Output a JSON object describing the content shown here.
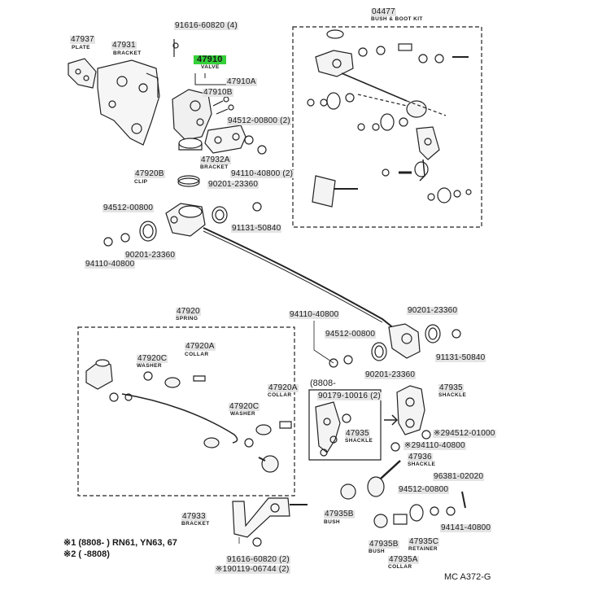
{
  "diagram": {
    "code": "MC A372-G",
    "highlight_color": "#35d03a",
    "labels": {
      "p47937": "47937",
      "p47937_name": "PLATE",
      "p47931": "47931",
      "p47931_name": "BRACKET",
      "p91616_top": "91616-60820 (4)",
      "p04477": "04477",
      "p04477_name": "BUSH & BOOT KIT",
      "p47910": "47910",
      "p47910_name": "VALVE",
      "p47910A": "47910A",
      "p47910B": "47910B",
      "p94512_a": "94512-00800 (2)",
      "p47932A": "47932A",
      "p47932A_name": "BRACKET",
      "p94110_a": "94110-40800 (2)",
      "p47920B": "47920B",
      "p47920B_name": "CLIP",
      "p90201_a": "90201-23360",
      "p94512_b": "94512-00800",
      "p91131_a": "91131-50840",
      "p90201_b": "90201-23360",
      "p94110_b": "94110-40800",
      "p47920": "47920",
      "p47920_name": "SPRING",
      "p94110_c": "94110-40800",
      "p90201_c": "90201-23360",
      "p94512_c": "94512-00800",
      "p91131_b": "91131-50840",
      "p47920C_a": "47920C",
      "p47920C_a_name": "WASHER",
      "p47920A_a": "47920A",
      "p47920A_a_name": "COLLAR",
      "p8808": "(8808-",
      "p90201_d": "90201-23360",
      "p90179": "90179-10016 (2)",
      "p47935_a": "47935",
      "p47935_a_name": "SHACKLE",
      "p47935_b": "47935",
      "p47935_b_name": "SHACKLE",
      "p47920A_b": "47920A",
      "p47920A_b_name": "COLLAR",
      "p47920C_b": "47920C",
      "p47920C_b_name": "WASHER",
      "p294512": "※294512-01000",
      "p294110": "※294110-40800",
      "p47936": "47936",
      "p47936_name": "SHACKLE",
      "p96381": "96381-02020",
      "p94512_d": "94512-00800",
      "p47933": "47933",
      "p47933_name": "BRACKET",
      "p47935B": "47935B",
      "p47935B_name": "BUSH",
      "p94141": "94141-40800",
      "p47935B2": "47935B",
      "p47935B2_name": "BUSH",
      "p47935C": "47935C",
      "p47935C_name": "RETAINER",
      "p47935A": "47935A",
      "p47935A_name": "COLLAR",
      "p91616_bot": "91616-60820 (2)",
      "p90119": "※190119-06744 (2)"
    },
    "notes": {
      "n1": "※1 (8808-      ) RN61, YN63, 67",
      "n2": "※2 (      -8808)"
    }
  }
}
